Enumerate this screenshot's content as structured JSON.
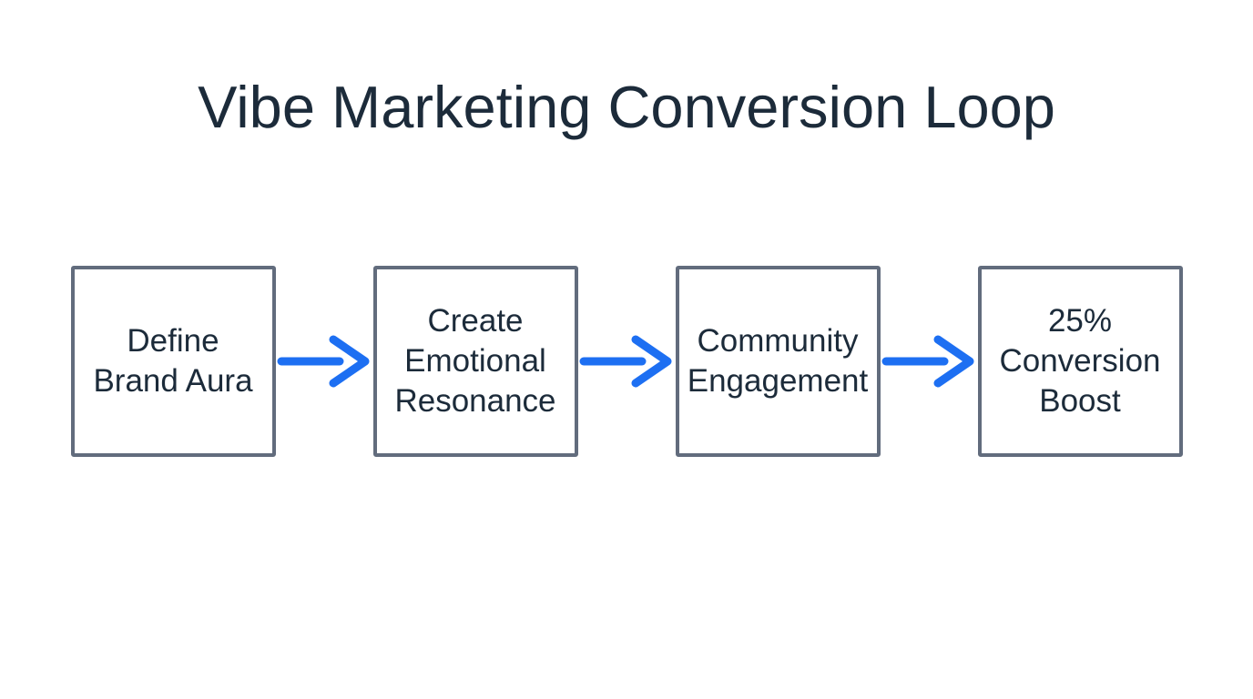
{
  "title": "Vibe Marketing Conversion Loop",
  "colors": {
    "background": "#ffffff",
    "text": "#1c2b3a",
    "box_border": "#626c7d",
    "box_fill": "#ffffff",
    "arrow": "#1d6ff2"
  },
  "flow": {
    "direction": "left-to-right",
    "connector_icon": "arrow-right-icon",
    "boxes": [
      {
        "label": "Define\nBrand Aura"
      },
      {
        "label": "Create\nEmotional\nResonance"
      },
      {
        "label": "Community\nEngagement"
      },
      {
        "label": "25%\nConversion\nBoost"
      }
    ]
  }
}
